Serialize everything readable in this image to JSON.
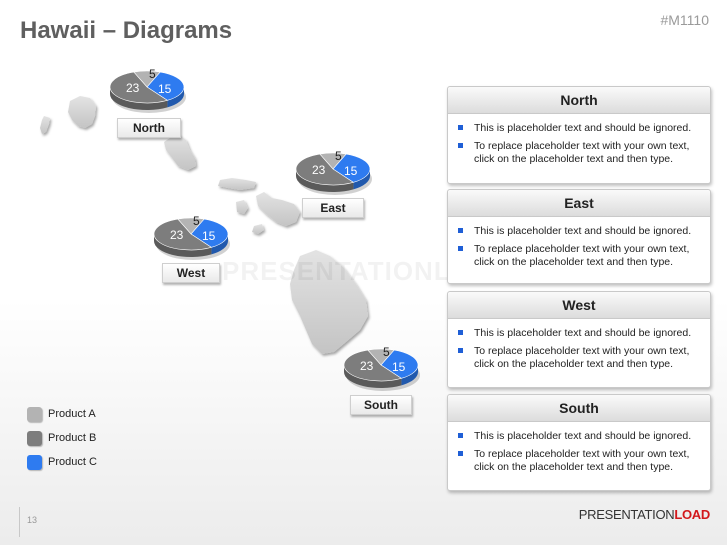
{
  "title": "Hawaii – Diagrams",
  "code": "#M1110",
  "watermark": "PRESENTATIONLOAD",
  "colors": {
    "product_a": "#b3b3b3",
    "product_b": "#7d7d7d",
    "product_c": "#2e7bf0",
    "bullet": "#1f5fd6",
    "brand_accent": "#d2181c"
  },
  "legend": [
    {
      "label": "Product A"
    },
    {
      "label": "Product B"
    },
    {
      "label": "Product C"
    }
  ],
  "regions": [
    {
      "name": "North",
      "values": {
        "a": 5,
        "b": 23,
        "c": 15
      }
    },
    {
      "name": "East",
      "values": {
        "a": 5,
        "b": 23,
        "c": 15
      }
    },
    {
      "name": "West",
      "values": {
        "a": 5,
        "b": 23,
        "c": 15
      }
    },
    {
      "name": "South",
      "values": {
        "a": 5,
        "b": 23,
        "c": 15
      }
    }
  ],
  "panels": [
    {
      "title": "North",
      "bullets": [
        "This is placeholder text and should be ignored.",
        "To replace placeholder text with your own text, click on the placeholder text and then type."
      ]
    },
    {
      "title": "East",
      "bullets": [
        "This is placeholder text and should be ignored.",
        "To replace placeholder text with your own text, click on the placeholder text and then type."
      ]
    },
    {
      "title": "West",
      "bullets": [
        "This is placeholder text and should be ignored.",
        "To replace placeholder text with your own text, click on the placeholder text and then type."
      ]
    },
    {
      "title": "South",
      "bullets": [
        "This is placeholder text and should be ignored.",
        "To replace placeholder text with your own text, click on the placeholder text and then type."
      ]
    }
  ],
  "footer": {
    "page_number": "13",
    "brand_part1": "PRESENTATION",
    "brand_part2": "LOAD"
  }
}
